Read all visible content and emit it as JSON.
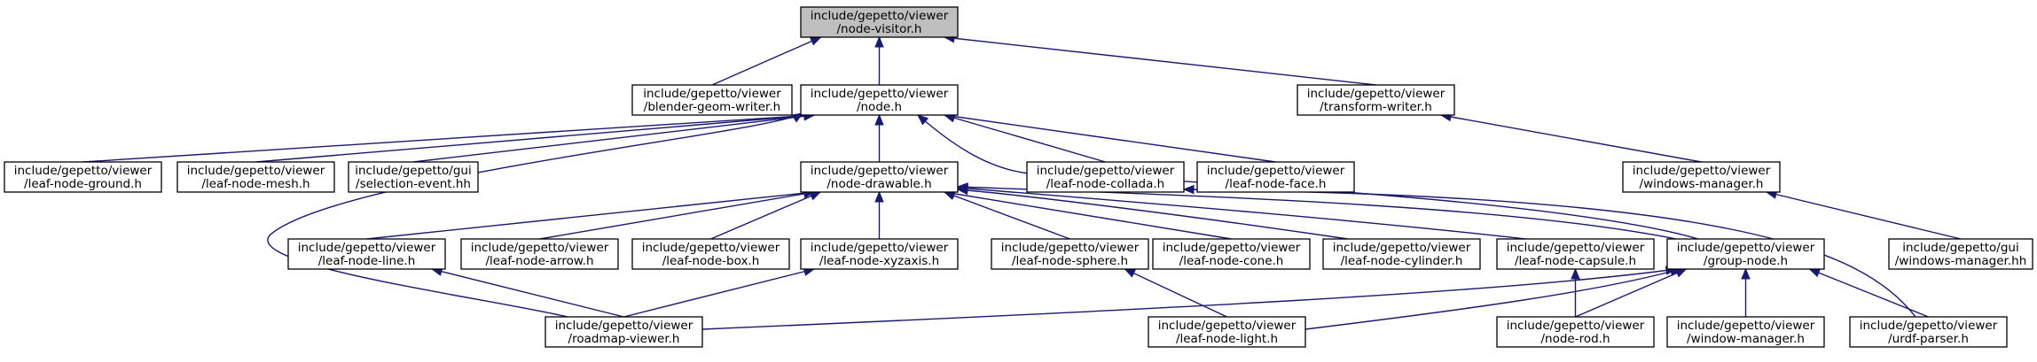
{
  "graph": {
    "nodes": [
      {
        "id": "node-visitor",
        "line1": "include/gepetto/viewer",
        "line2": "/node-visitor.h",
        "root": true
      },
      {
        "id": "blender-geom-writer",
        "line1": "include/gepetto/viewer",
        "line2": "/blender-geom-writer.h"
      },
      {
        "id": "node",
        "line1": "include/gepetto/viewer",
        "line2": "/node.h"
      },
      {
        "id": "transform-writer",
        "line1": "include/gepetto/viewer",
        "line2": "/transform-writer.h"
      },
      {
        "id": "leaf-node-ground",
        "line1": "include/gepetto/viewer",
        "line2": "/leaf-node-ground.h"
      },
      {
        "id": "leaf-node-mesh",
        "line1": "include/gepetto/viewer",
        "line2": "/leaf-node-mesh.h"
      },
      {
        "id": "selection-event",
        "line1": "include/gepetto/gui",
        "line2": "/selection-event.hh"
      },
      {
        "id": "node-drawable",
        "line1": "include/gepetto/viewer",
        "line2": "/node-drawable.h"
      },
      {
        "id": "leaf-node-collada",
        "line1": "include/gepetto/viewer",
        "line2": "/leaf-node-collada.h"
      },
      {
        "id": "leaf-node-face",
        "line1": "include/gepetto/viewer",
        "line2": "/leaf-node-face.h"
      },
      {
        "id": "windows-manager",
        "line1": "include/gepetto/viewer",
        "line2": "/windows-manager.h"
      },
      {
        "id": "leaf-node-line",
        "line1": "include/gepetto/viewer",
        "line2": "/leaf-node-line.h"
      },
      {
        "id": "leaf-node-arrow",
        "line1": "include/gepetto/viewer",
        "line2": "/leaf-node-arrow.h"
      },
      {
        "id": "leaf-node-box",
        "line1": "include/gepetto/viewer",
        "line2": "/leaf-node-box.h"
      },
      {
        "id": "leaf-node-xyzaxis",
        "line1": "include/gepetto/viewer",
        "line2": "/leaf-node-xyzaxis.h"
      },
      {
        "id": "leaf-node-sphere",
        "line1": "include/gepetto/viewer",
        "line2": "/leaf-node-sphere.h"
      },
      {
        "id": "leaf-node-cone",
        "line1": "include/gepetto/viewer",
        "line2": "/leaf-node-cone.h"
      },
      {
        "id": "leaf-node-cylinder",
        "line1": "include/gepetto/viewer",
        "line2": "/leaf-node-cylinder.h"
      },
      {
        "id": "leaf-node-capsule",
        "line1": "include/gepetto/viewer",
        "line2": "/leaf-node-capsule.h"
      },
      {
        "id": "group-node",
        "line1": "include/gepetto/viewer",
        "line2": "/group-node.h"
      },
      {
        "id": "gui-windows-manager",
        "line1": "include/gepetto/gui",
        "line2": "/windows-manager.hh"
      },
      {
        "id": "roadmap-viewer",
        "line1": "include/gepetto/viewer",
        "line2": "/roadmap-viewer.h"
      },
      {
        "id": "leaf-node-light",
        "line1": "include/gepetto/viewer",
        "line2": "/leaf-node-light.h"
      },
      {
        "id": "node-rod",
        "line1": "include/gepetto/viewer",
        "line2": "/node-rod.h"
      },
      {
        "id": "window-manager",
        "line1": "include/gepetto/viewer",
        "line2": "/window-manager.h"
      },
      {
        "id": "urdf-parser",
        "line1": "include/gepetto/viewer",
        "line2": "/urdf-parser.h"
      }
    ],
    "edges": [
      {
        "from": "blender-geom-writer",
        "to": "node-visitor"
      },
      {
        "from": "node",
        "to": "node-visitor"
      },
      {
        "from": "transform-writer",
        "to": "node-visitor"
      },
      {
        "from": "leaf-node-ground",
        "to": "node"
      },
      {
        "from": "leaf-node-mesh",
        "to": "node"
      },
      {
        "from": "selection-event",
        "to": "node"
      },
      {
        "from": "node-drawable",
        "to": "node"
      },
      {
        "from": "leaf-node-collada",
        "to": "node"
      },
      {
        "from": "leaf-node-face",
        "to": "node"
      },
      {
        "from": "group-node",
        "to": "node"
      },
      {
        "from": "roadmap-viewer",
        "to": "node"
      },
      {
        "from": "windows-manager",
        "to": "transform-writer"
      },
      {
        "from": "gui-windows-manager",
        "to": "windows-manager"
      },
      {
        "from": "leaf-node-line",
        "to": "node-drawable"
      },
      {
        "from": "leaf-node-arrow",
        "to": "node-drawable"
      },
      {
        "from": "leaf-node-box",
        "to": "node-drawable"
      },
      {
        "from": "leaf-node-xyzaxis",
        "to": "node-drawable"
      },
      {
        "from": "leaf-node-sphere",
        "to": "node-drawable"
      },
      {
        "from": "leaf-node-cone",
        "to": "node-drawable"
      },
      {
        "from": "leaf-node-cylinder",
        "to": "node-drawable"
      },
      {
        "from": "leaf-node-capsule",
        "to": "node-drawable"
      },
      {
        "from": "group-node",
        "to": "node-drawable"
      },
      {
        "from": "urdf-parser",
        "to": "leaf-node-collada"
      },
      {
        "from": "roadmap-viewer",
        "to": "leaf-node-line"
      },
      {
        "from": "roadmap-viewer",
        "to": "leaf-node-xyzaxis"
      },
      {
        "from": "leaf-node-light",
        "to": "leaf-node-sphere"
      },
      {
        "from": "node-rod",
        "to": "leaf-node-capsule"
      },
      {
        "from": "roadmap-viewer",
        "to": "group-node"
      },
      {
        "from": "leaf-node-light",
        "to": "group-node"
      },
      {
        "from": "node-rod",
        "to": "group-node"
      },
      {
        "from": "window-manager",
        "to": "group-node"
      },
      {
        "from": "urdf-parser",
        "to": "group-node"
      }
    ],
    "colors": {
      "edge": "#191970",
      "root_fill": "#bfbfbf",
      "node_fill": "#ffffff",
      "node_border": "#000000"
    }
  }
}
